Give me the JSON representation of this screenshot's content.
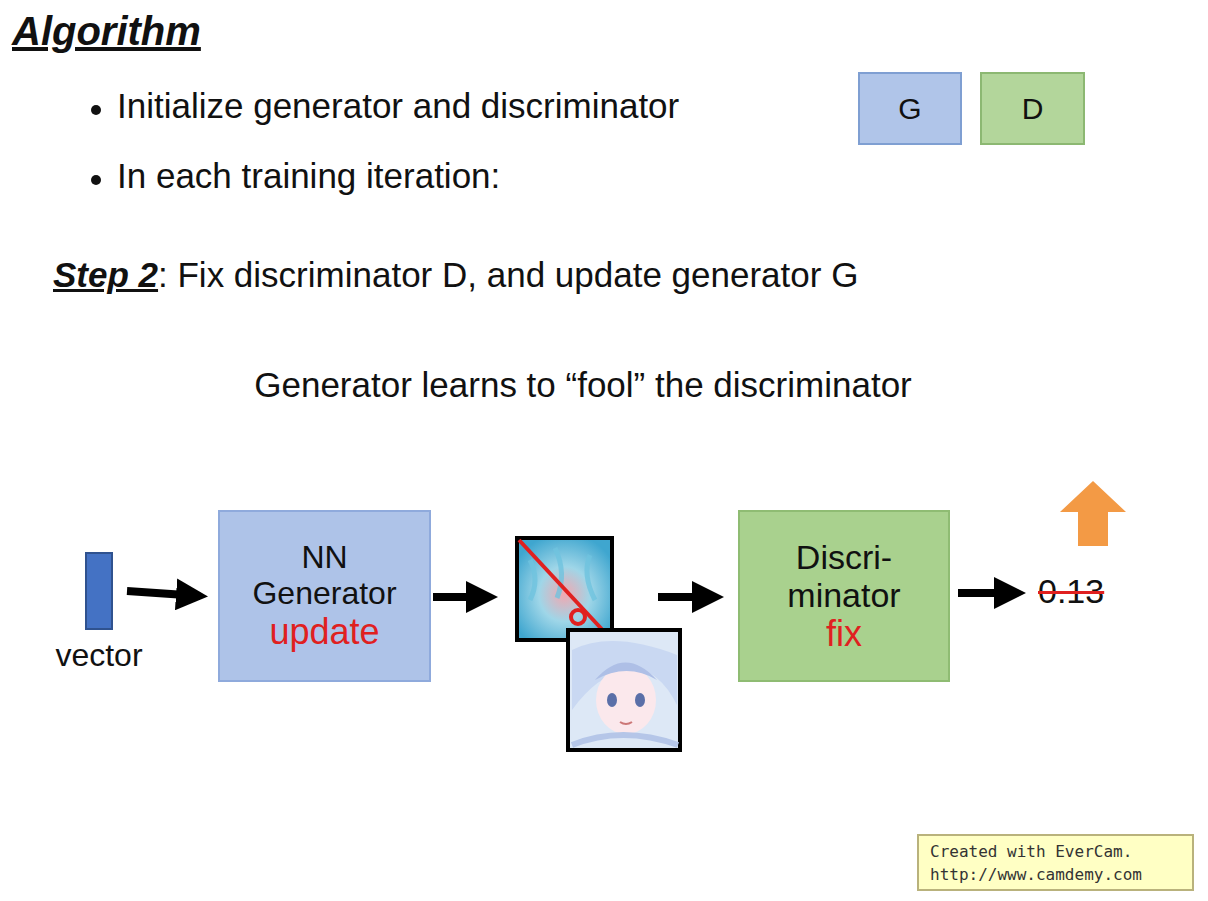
{
  "diagram": {
    "title": "Algorithm",
    "nodes": [
      {
        "text": [
          "G"
        ]
      },
      {
        "text": [
          "D"
        ]
      },
      {
        "text": [
          "vector"
        ]
      },
      {
        "text": [
          "NN Generator",
          "update"
        ]
      },
      {
        "text": [
          "Discri- minator",
          "fix"
        ]
      }
    ],
    "edges": [
      {
        "from": 2,
        "to": 3,
        "arrow": "to"
      }
    ],
    "labels": [
      "Initialize generator and discriminator",
      "In each training iteration:",
      "Step 2",
      ": Fix discriminator D, and update generator G",
      "Generator learns to “fool” the discriminator",
      "0.13",
      "Created with EverCam.",
      "http://www.camdemy.com"
    ]
  }
}
